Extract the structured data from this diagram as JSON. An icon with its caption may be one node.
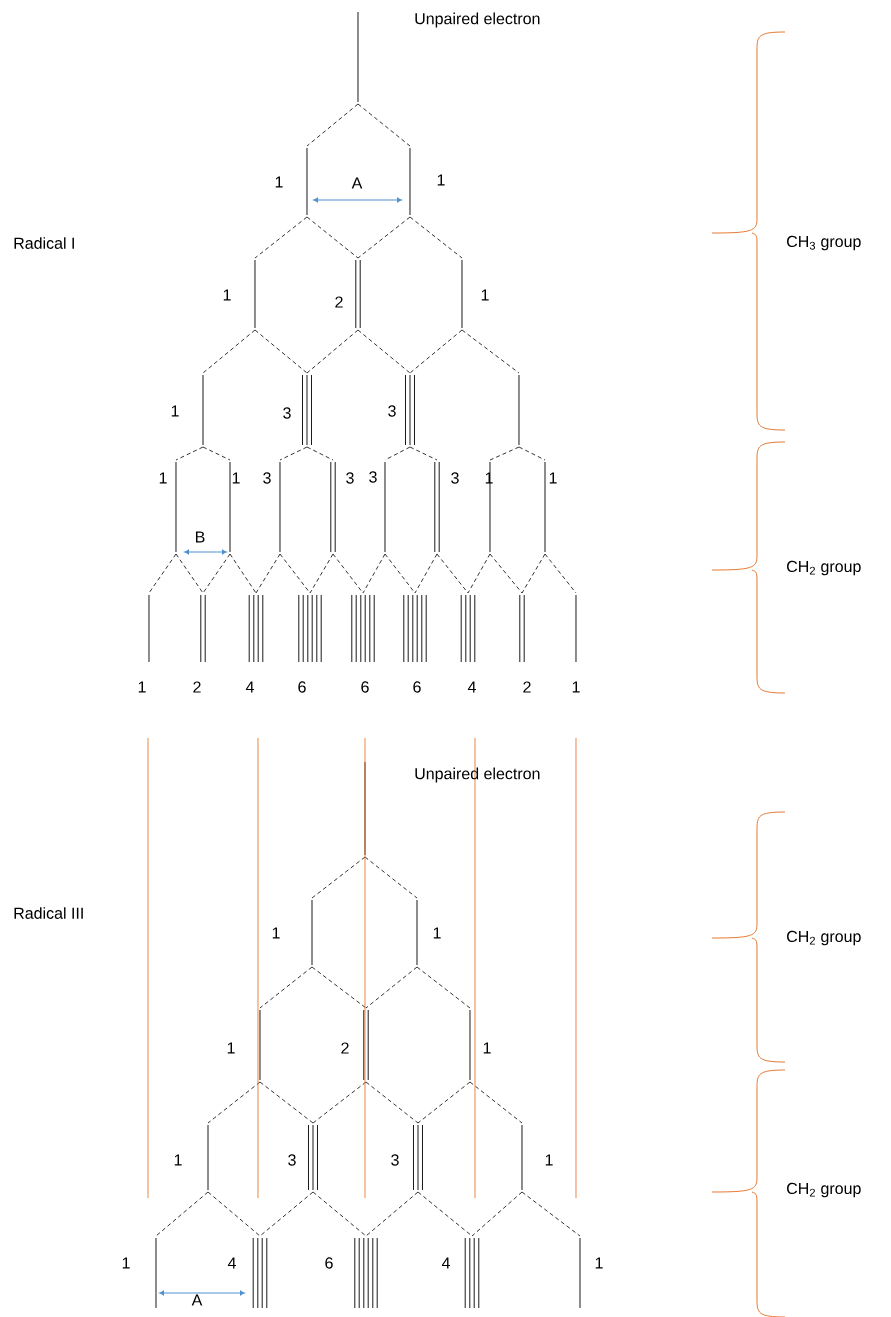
{
  "diagram": {
    "labels": [
      "Unpaired electron",
      "Radical I",
      "CH$_{3}$ group",
      "1",
      "A",
      "1",
      "1",
      "2",
      "1",
      "1",
      "3",
      "3",
      "1",
      "1",
      "3",
      "3",
      "3",
      "3",
      "1",
      "1",
      "B",
      "CH$_{2}$ group",
      "1",
      "2",
      "4",
      "6",
      "6",
      "6",
      "4",
      "2",
      "1",
      "Unpaired electron",
      "Radical III",
      "1",
      "1",
      "CH$_{2}$ group",
      "1",
      "2",
      "1",
      "1",
      "3",
      "3",
      "1",
      "CH$_{2}$ group",
      "1",
      "4",
      "6",
      "4",
      "1",
      "A"
    ]
  }
}
